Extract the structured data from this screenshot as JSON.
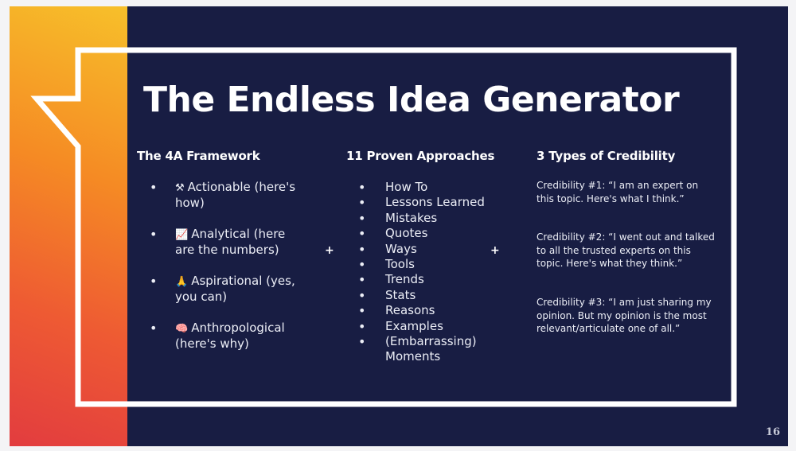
{
  "slide": {
    "title": "The Endless Idea Generator",
    "page_number": "16",
    "colors": {
      "background": "#181d43",
      "gradient_top": "#f7c02a",
      "gradient_bottom": "#e23c3f",
      "text": "#ffffff"
    }
  },
  "framework": {
    "heading": "The 4A Framework",
    "items": [
      {
        "icon": "hammer-and-wrench-icon",
        "glyph": "⚒",
        "label": "Actionable (here's how)"
      },
      {
        "icon": "chart-icon",
        "glyph": "📈",
        "label": "Analytical (here are the numbers)"
      },
      {
        "icon": "folded-hands-icon",
        "glyph": "🙏",
        "label": "Aspirational (yes, you can)"
      },
      {
        "icon": "brain-icon",
        "glyph": "🧠",
        "label": "Anthropological (here's why)"
      }
    ]
  },
  "approaches": {
    "heading": "11 Proven Approaches",
    "items": [
      "How To",
      "Lessons Learned",
      "Mistakes",
      "Quotes",
      "Ways",
      "Tools",
      "Trends",
      "Stats",
      "Reasons",
      "Examples",
      "(Embarrassing) Moments"
    ]
  },
  "credibility": {
    "heading": "3 Types of Credibility",
    "items": [
      "Credibility #1: “I am an expert on this topic. Here's what I think.”",
      "Credibility #2: “I went out and talked to all the trusted experts on this topic. Here's what they think.”",
      "Credibility #3: “I am just sharing my opinion. But my opinion is the most relevant/articulate one of all.”"
    ]
  },
  "separators": {
    "plus": "+"
  }
}
